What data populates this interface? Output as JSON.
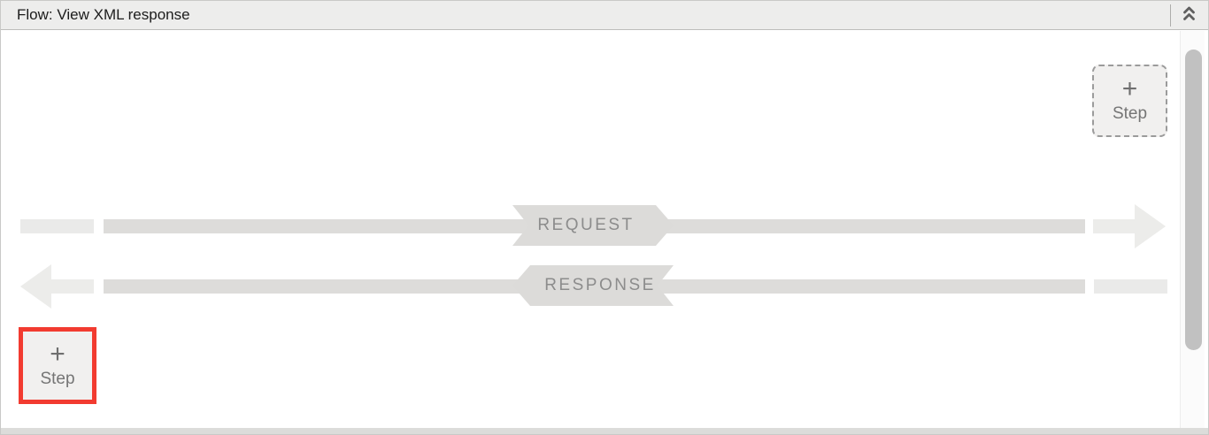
{
  "header": {
    "title": "Flow: View XML response",
    "collapse_icon": "double-chevron-up"
  },
  "flow": {
    "request_label": "REQUEST",
    "response_label": "RESPONSE",
    "add_step_top": {
      "plus": "+",
      "label": "Step"
    },
    "add_step_bottom": {
      "plus": "+",
      "label": "Step",
      "highlighted": true
    }
  },
  "colors": {
    "header_bg": "#ededec",
    "flow_line": "#dddcda",
    "flow_line_light": "#eaeae9",
    "flow_arrow": "#ececea",
    "ribbon_bg": "#dcdbd9",
    "ribbon_text": "#8c8c8c",
    "step_button_bg": "#f1f0ef",
    "step_button_text": "#757575",
    "highlight_red": "#f23b30",
    "scrollbar_thumb": "#c1c1c1"
  }
}
